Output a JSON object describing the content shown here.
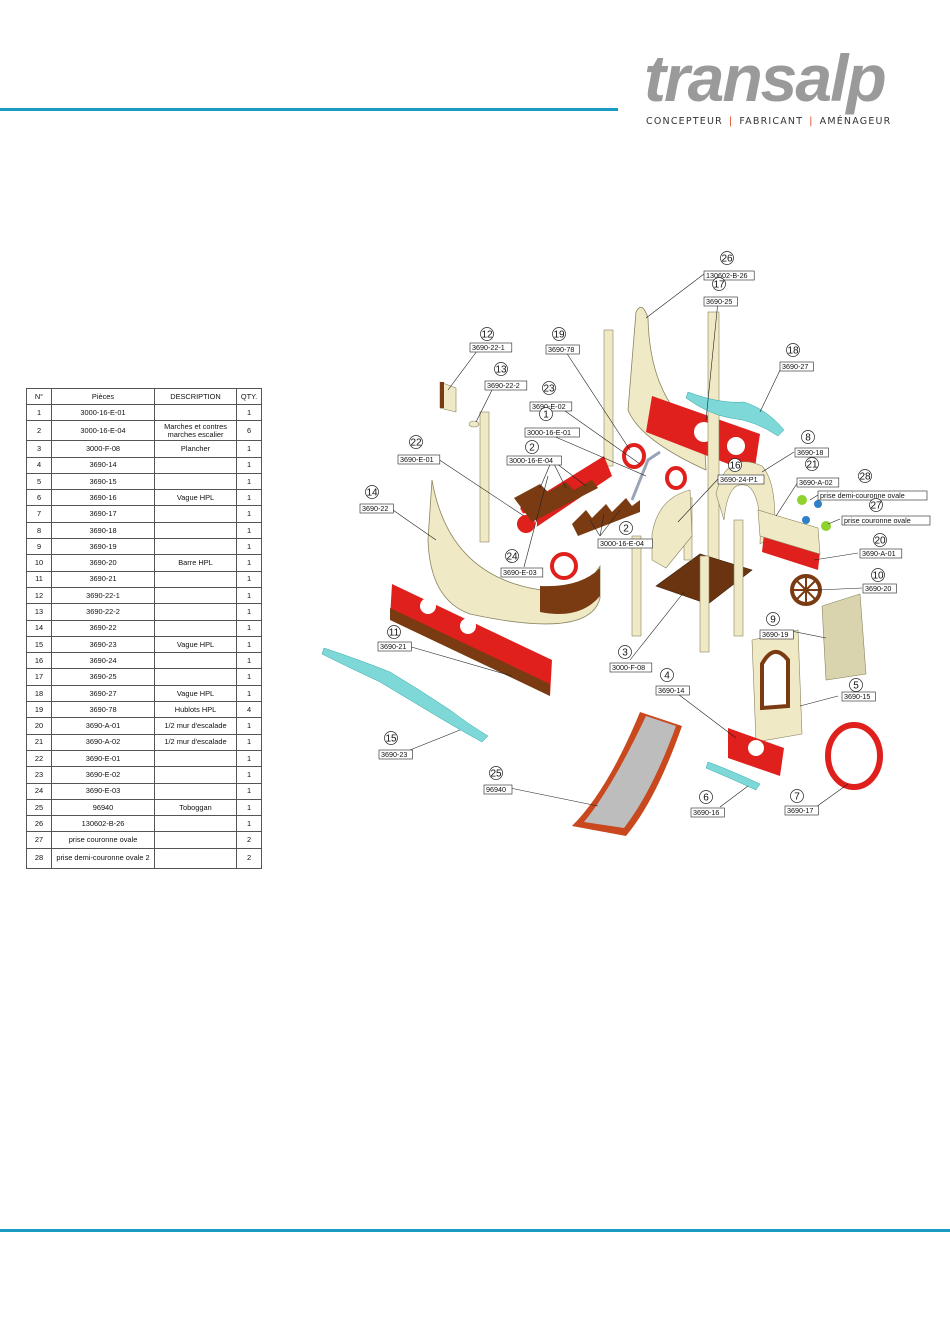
{
  "brand": {
    "name": "transalp",
    "tagline": [
      "CONCEPTEUR",
      "FABRICANT",
      "AMÉNAGEUR"
    ],
    "separator": "|",
    "accent_color": "#1a9bc1",
    "separator_color": "#e2401b"
  },
  "table": {
    "headers": [
      "N°",
      "Pièces",
      "DESCRIPTION",
      "QTY."
    ],
    "rows": [
      {
        "no": "1",
        "piece": "3000-16-E-01",
        "desc": "",
        "qty": "1"
      },
      {
        "no": "2",
        "piece": "3000-16-E-04",
        "desc": "Marches et contres marches escalier",
        "qty": "6"
      },
      {
        "no": "3",
        "piece": "3000-F-08",
        "desc": "Plancher",
        "qty": "1"
      },
      {
        "no": "4",
        "piece": "3690-14",
        "desc": "",
        "qty": "1"
      },
      {
        "no": "5",
        "piece": "3690-15",
        "desc": "",
        "qty": "1"
      },
      {
        "no": "6",
        "piece": "3690-16",
        "desc": "Vague HPL",
        "qty": "1"
      },
      {
        "no": "7",
        "piece": "3690-17",
        "desc": "",
        "qty": "1"
      },
      {
        "no": "8",
        "piece": "3690-18",
        "desc": "",
        "qty": "1"
      },
      {
        "no": "9",
        "piece": "3690-19",
        "desc": "",
        "qty": "1"
      },
      {
        "no": "10",
        "piece": "3690-20",
        "desc": "Barre HPL",
        "qty": "1"
      },
      {
        "no": "11",
        "piece": "3690-21",
        "desc": "",
        "qty": "1"
      },
      {
        "no": "12",
        "piece": "3690-22-1",
        "desc": "",
        "qty": "1"
      },
      {
        "no": "13",
        "piece": "3690-22-2",
        "desc": "",
        "qty": "1"
      },
      {
        "no": "14",
        "piece": "3690-22",
        "desc": "",
        "qty": "1"
      },
      {
        "no": "15",
        "piece": "3690-23",
        "desc": "Vague HPL",
        "qty": "1"
      },
      {
        "no": "16",
        "piece": "3690-24",
        "desc": "",
        "qty": "1"
      },
      {
        "no": "17",
        "piece": "3690-25",
        "desc": "",
        "qty": "1"
      },
      {
        "no": "18",
        "piece": "3690-27",
        "desc": "Vague HPL",
        "qty": "1"
      },
      {
        "no": "19",
        "piece": "3690-78",
        "desc": "Hublots HPL",
        "qty": "4"
      },
      {
        "no": "20",
        "piece": "3690-A-01",
        "desc": "1/2 mur d'escalade",
        "qty": "1"
      },
      {
        "no": "21",
        "piece": "3690-A-02",
        "desc": "1/2 mur d'escalade",
        "qty": "1"
      },
      {
        "no": "22",
        "piece": "3690-E-01",
        "desc": "",
        "qty": "1"
      },
      {
        "no": "23",
        "piece": "3690-E-02",
        "desc": "",
        "qty": "1"
      },
      {
        "no": "24",
        "piece": "3690-E-03",
        "desc": "",
        "qty": "1"
      },
      {
        "no": "25",
        "piece": "96940",
        "desc": "Toboggan",
        "qty": "1"
      },
      {
        "no": "26",
        "piece": "130602-B-26",
        "desc": "",
        "qty": "1"
      },
      {
        "no": "27",
        "piece": "prise couronne ovale",
        "desc": "",
        "qty": "2"
      },
      {
        "no": "28",
        "piece": "prise demi-couronne ovale 2",
        "desc": "",
        "qty": "2"
      }
    ]
  },
  "callouts": [
    {
      "num": "26",
      "label": "130602-B-26"
    },
    {
      "num": "17",
      "label": "3690-25"
    },
    {
      "num": "12",
      "label": "3690-22-1"
    },
    {
      "num": "19",
      "label": "3690-78"
    },
    {
      "num": "18",
      "label": "3690-27"
    },
    {
      "num": "13",
      "label": "3690-22-2"
    },
    {
      "num": "23",
      "label": "3690-E-02"
    },
    {
      "num": "1",
      "label": "3000-16-E-01"
    },
    {
      "num": "2",
      "label": "3000-16-E-04"
    },
    {
      "num": "22",
      "label": "3690-E-01"
    },
    {
      "num": "8",
      "label": "3690-18"
    },
    {
      "num": "16",
      "label": "3690-24-P1"
    },
    {
      "num": "21",
      "label": "3690-A-02"
    },
    {
      "num": "28",
      "label": "prise demi-couronne ovale"
    },
    {
      "num": "27",
      "label": "prise couronne ovale"
    },
    {
      "num": "14",
      "label": "3690-22"
    },
    {
      "num": "2",
      "label": "3000-16-E-04"
    },
    {
      "num": "24",
      "label": "3690-E-03"
    },
    {
      "num": "20",
      "label": "3690-A-01"
    },
    {
      "num": "10",
      "label": "3690-20"
    },
    {
      "num": "9",
      "label": "3690-19"
    },
    {
      "num": "3",
      "label": "3000-F-08"
    },
    {
      "num": "11",
      "label": "3690-21"
    },
    {
      "num": "5",
      "label": "3690-15"
    },
    {
      "num": "4",
      "label": "3690-14"
    },
    {
      "num": "15",
      "label": "3690-23"
    },
    {
      "num": "25",
      "label": "96940"
    },
    {
      "num": "7",
      "label": "3690-17"
    },
    {
      "num": "6",
      "label": "3690-16"
    }
  ],
  "colors": {
    "wood_light": "#efe9c6",
    "wood_dark": "#7a3b12",
    "red": "#e0201c",
    "aqua": "#7fd8d8",
    "green": "#8fd12e",
    "blue": "#2f7fc9",
    "slide_orange": "#c9481d",
    "slide_grey": "#bdbdbd"
  }
}
